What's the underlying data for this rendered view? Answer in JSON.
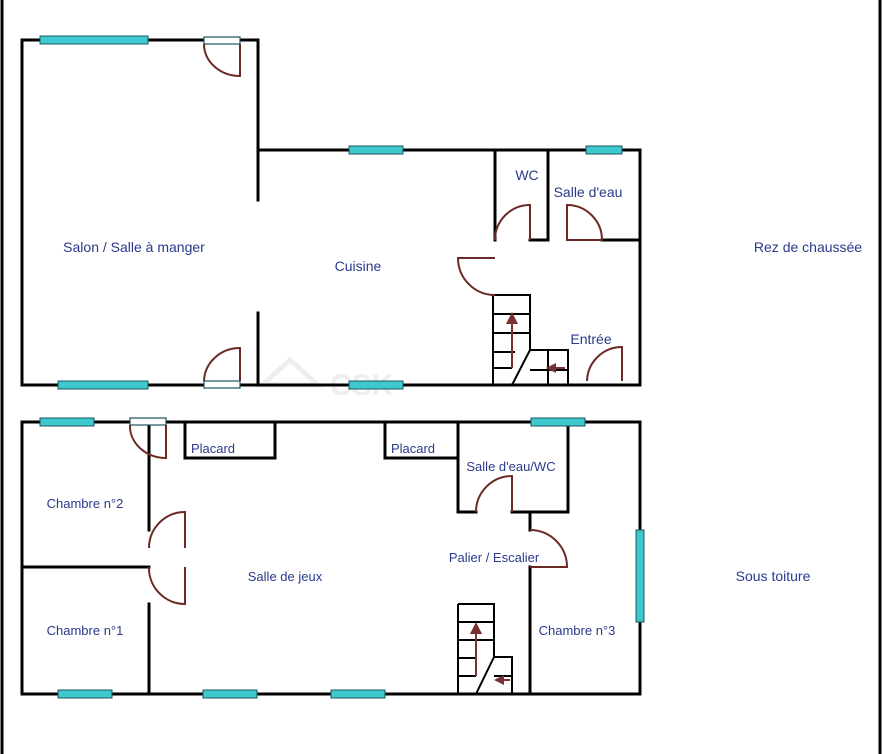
{
  "ground_floor": {
    "level_label": "Rez de chaussée",
    "rooms": {
      "salon": "Salon / Salle à manger",
      "cuisine": "Cuisine",
      "wc": "WC",
      "salle_eau": "Salle d'eau",
      "entree": "Entrée"
    }
  },
  "upper_floor": {
    "level_label": "Sous toiture",
    "rooms": {
      "placard_left": "Placard",
      "placard_right": "Placard",
      "salle_eau_wc": "Salle d'eau/WC",
      "chambre2": "Chambre n°2",
      "chambre1": "Chambre n°1",
      "salle_jeux": "Salle de jeux",
      "palier": "Palier / Escalier",
      "chambre3": "Chambre n°3"
    }
  },
  "watermark": "CSK",
  "colors": {
    "window": "#3ec9cf",
    "door": "#6b2a26",
    "label": "#2a3a8c"
  }
}
